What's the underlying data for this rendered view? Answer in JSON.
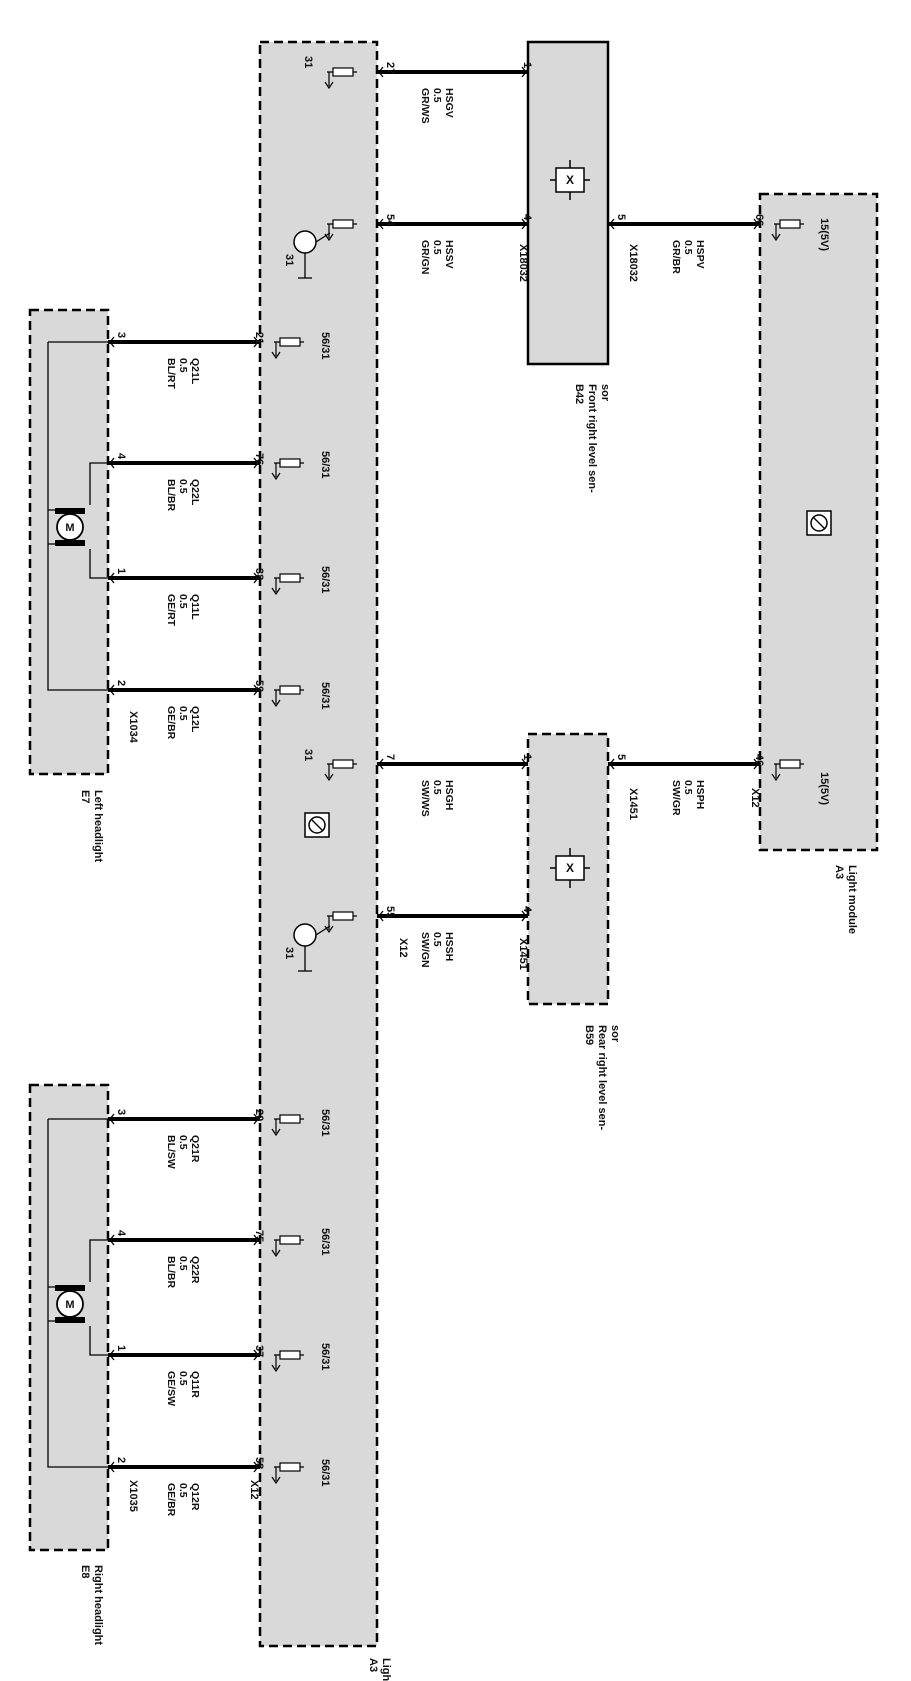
{
  "colors": {
    "box_fill": "#d9d9d9",
    "wire": "#000000",
    "dashed_border": "#000000"
  },
  "modules": {
    "front_sensor": {
      "designator": "B42",
      "name": "Front right level sen-",
      "name_cont": "sor"
    },
    "rear_sensor": {
      "designator": "B59",
      "name": "Rear right level sen-",
      "name_cont": "sor"
    },
    "light_module_right": {
      "designator": "A3",
      "name": "Light module"
    },
    "light_module_main": {
      "designator": "A3",
      "name": "Light module"
    },
    "left_headlight": {
      "designator": "E7",
      "name": "Left headlight"
    },
    "right_headlight": {
      "designator": "E8",
      "name": "Right headlight"
    }
  },
  "connectors": {
    "front_sensor_a": "X18032",
    "front_sensor_b": "X18032",
    "rear_sensor_a": "X1451",
    "rear_sensor_b": "X1451",
    "light_module_right": "X12",
    "light_module_main_a": "X12",
    "light_module_main_b": "X12",
    "left_headlight": "X1034",
    "right_headlight": "X1035"
  },
  "supply_labels": {
    "v15": "15(5V)",
    "gnd": "31",
    "shield": "56/31"
  },
  "sensor_symbol": "X",
  "motor_symbol": "M",
  "wires": [
    {
      "id": "hsgv",
      "code": "HSGV",
      "size": "0.5",
      "color": "GR/WS",
      "pin_from": "27",
      "pin_to": "1"
    },
    {
      "id": "hssv",
      "code": "HSSV",
      "size": "0.5",
      "color": "GR/GN",
      "pin_from": "54",
      "pin_to": "4"
    },
    {
      "id": "hspv",
      "code": "HSPV",
      "size": "0.5",
      "color": "GR/BR",
      "pin_from": "5",
      "pin_to": "66"
    },
    {
      "id": "hsgh",
      "code": "HSGH",
      "size": "0.5",
      "color": "SW/WS",
      "pin_from": "7",
      "pin_to": "1"
    },
    {
      "id": "hssh",
      "code": "HSSH",
      "size": "0.5",
      "color": "SW/GN",
      "pin_from": "55",
      "pin_to": "4"
    },
    {
      "id": "hsph",
      "code": "HSPH",
      "size": "0.5",
      "color": "SW/GR",
      "pin_from": "5",
      "pin_to": "46"
    },
    {
      "id": "q21l",
      "code": "Q21L",
      "size": "0.5",
      "color": "BL/RT",
      "pin_from": "21",
      "pin_to": "3"
    },
    {
      "id": "q22l",
      "code": "Q22L",
      "size": "0.5",
      "color": "BL/BR",
      "pin_from": "76",
      "pin_to": "4"
    },
    {
      "id": "q11l",
      "code": "Q11L",
      "size": "0.5",
      "color": "GE/RT",
      "pin_from": "38",
      "pin_to": "1"
    },
    {
      "id": "q12l",
      "code": "Q12L",
      "size": "0.5",
      "color": "GE/BR",
      "pin_from": "59",
      "pin_to": "2"
    },
    {
      "id": "q21r",
      "code": "Q21R",
      "size": "0.5",
      "color": "BL/SW",
      "pin_from": "20",
      "pin_to": "3"
    },
    {
      "id": "q22r",
      "code": "Q22R",
      "size": "0.5",
      "color": "BL/BR",
      "pin_from": "75",
      "pin_to": "4"
    },
    {
      "id": "q11r",
      "code": "Q11R",
      "size": "0.5",
      "color": "GE/SW",
      "pin_from": "37",
      "pin_to": "1"
    },
    {
      "id": "q12r",
      "code": "Q12R",
      "size": "0.5",
      "color": "GE/BR",
      "pin_from": "58",
      "pin_to": "2"
    }
  ]
}
